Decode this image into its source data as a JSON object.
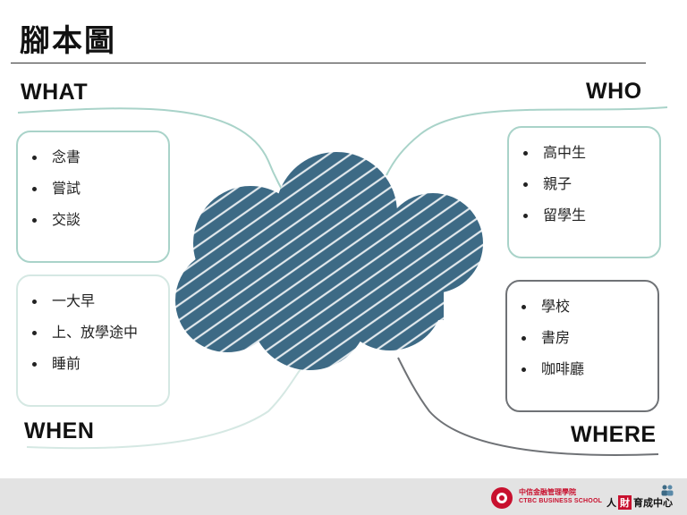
{
  "title": "腳本圖",
  "sections": {
    "what": {
      "heading": "WHAT",
      "items": [
        "念書",
        "嘗試",
        "交談"
      ]
    },
    "when": {
      "heading": "WHEN",
      "items": [
        "一大早",
        "上、放學途中",
        "睡前"
      ]
    },
    "who": {
      "heading": "WHO",
      "items": [
        "高中生",
        "親子",
        "留學生"
      ]
    },
    "where": {
      "heading": "WHERE",
      "items": [
        "學校",
        "書房",
        "咖啡廳"
      ]
    }
  },
  "footer": {
    "school_zh": "中信金融管理學院",
    "school_en": "CTBC BUSINESS SCHOOL",
    "hr_prefix": "人",
    "hr_chip": "財",
    "hr_suffix": "育成中心"
  },
  "colors": {
    "cloud": "#3d6a85",
    "box_teal": "#a9d3c9",
    "box_light": "#d5e8e3",
    "box_gray": "#6f7276",
    "brand_red": "#c8102e"
  },
  "icons": {
    "cloud": "cloud-icon",
    "school_logo": "ctbc-logo-icon",
    "hr_logo": "people-icon"
  }
}
